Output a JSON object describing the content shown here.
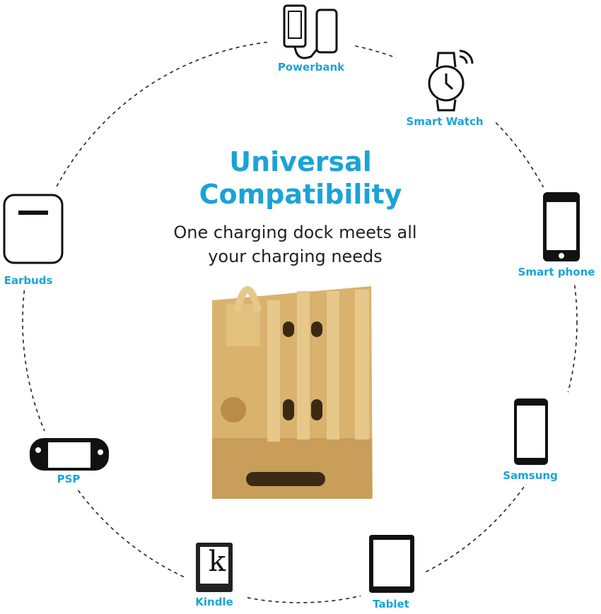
{
  "heading": {
    "line1": "Universal",
    "line2": "Compatibility"
  },
  "subheading": {
    "line1": "One charging dock meets all",
    "line2": "your charging needs"
  },
  "devices": [
    {
      "label": "Powerbank",
      "icon": "phone-powerbank-icon"
    },
    {
      "label": "Smart Watch",
      "icon": "smartwatch-icon"
    },
    {
      "label": "Smart phone",
      "icon": "smartphone-icon"
    },
    {
      "label": "Samsung",
      "icon": "samsung-phone-icon"
    },
    {
      "label": "Tablet",
      "icon": "tablet-icon"
    },
    {
      "label": "Kindle",
      "icon": "kindle-icon"
    },
    {
      "label": "PSP",
      "icon": "psp-icon"
    },
    {
      "label": "Earbuds",
      "icon": "earbuds-case-icon"
    }
  ],
  "kindle_glyph": "k",
  "colors": {
    "accent": "#1ba3d6",
    "wood": "#d9b26e",
    "text": "#222222"
  }
}
